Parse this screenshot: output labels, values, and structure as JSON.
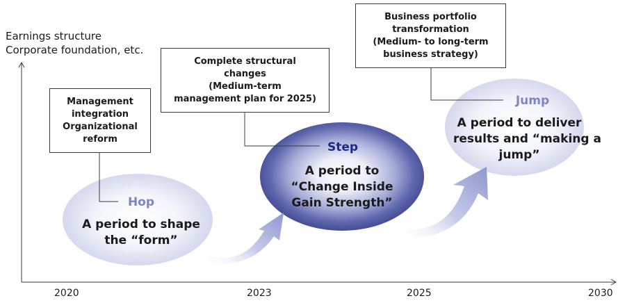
{
  "axis": {
    "y_label_lines": [
      "Earnings structure",
      "Corporate foundation, etc."
    ],
    "years": [
      "2020",
      "2023",
      "2025",
      "2030"
    ]
  },
  "boxes": {
    "hop": [
      "Management",
      "integration",
      "Organizational",
      "reform"
    ],
    "step": [
      "Complete structural",
      "changes",
      "(Medium-term",
      "management plan for 2025)"
    ],
    "jump": [
      "Business portfolio",
      "transformation",
      "(Medium- to long-term",
      "business strategy)"
    ]
  },
  "phases": {
    "hop": {
      "name": "Hop",
      "desc": [
        "A period to shape",
        "the “form”"
      ]
    },
    "step": {
      "name": "Step",
      "desc": [
        "A period to",
        "“Change Inside",
        "Gain Strength”"
      ]
    },
    "jump": {
      "name": "Jump",
      "desc": [
        "A period to deliver",
        "results and “making a",
        "jump”"
      ]
    }
  },
  "colors": {
    "hop_name": "#7d86c2",
    "step_name": "#1b2a86",
    "jump_name": "#7d86c2",
    "arrow": "#9fa6d4",
    "ellipse_light": "#d3d6ee",
    "ellipse_dark": "#4e559e",
    "axis": "#3a3a3a"
  }
}
